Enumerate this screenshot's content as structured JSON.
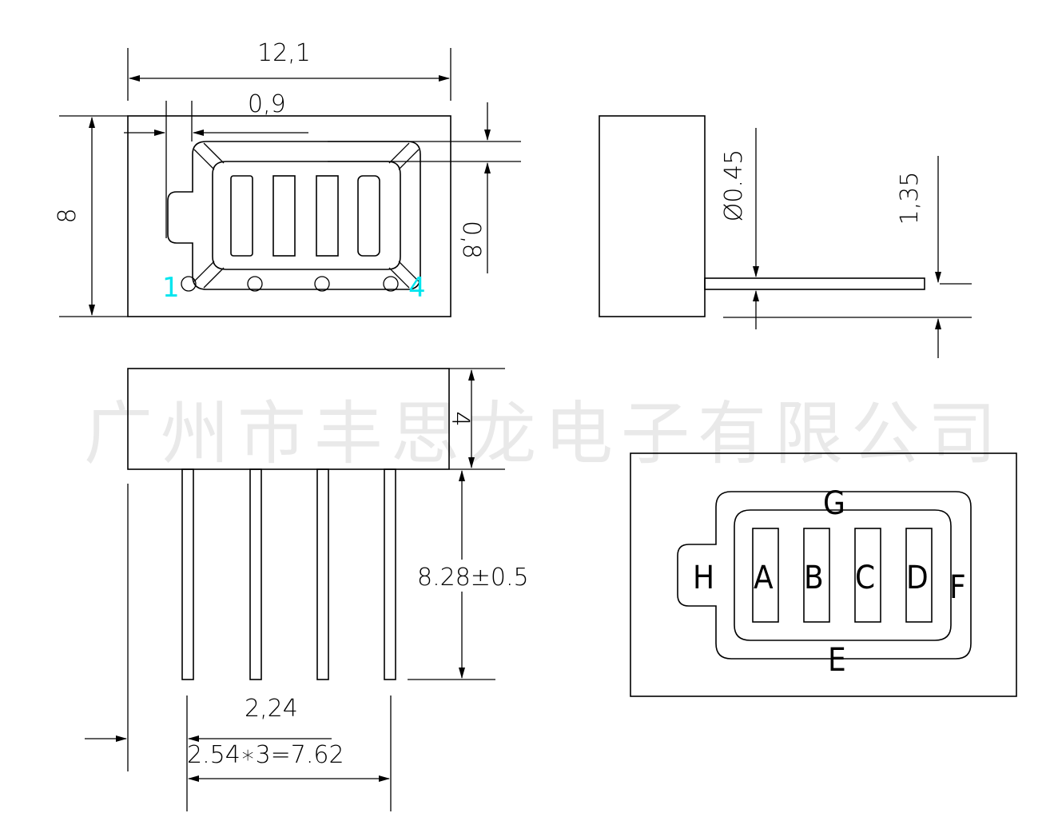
{
  "top_view": {
    "width_dim": "12,1",
    "offset_dim": "0,9",
    "height_dim": "8",
    "segment_width_dim": "0,8",
    "pin_1_label": "1",
    "pin_4_label": "4"
  },
  "side_view": {
    "pin_diameter_dim": "Ø0.45",
    "pin_offset_dim": "1,35"
  },
  "front_view": {
    "body_height_dim": "4",
    "pin_length_dim": "8.28±0.5",
    "pin_spacing_dim": "2,24",
    "pitch_dim": "2.54∗3=7.62"
  },
  "segment_view": {
    "segments": [
      "A",
      "B",
      "C",
      "D",
      "E",
      "F",
      "G",
      "H"
    ]
  },
  "watermark": "广州市丰思龙电子有限公司"
}
